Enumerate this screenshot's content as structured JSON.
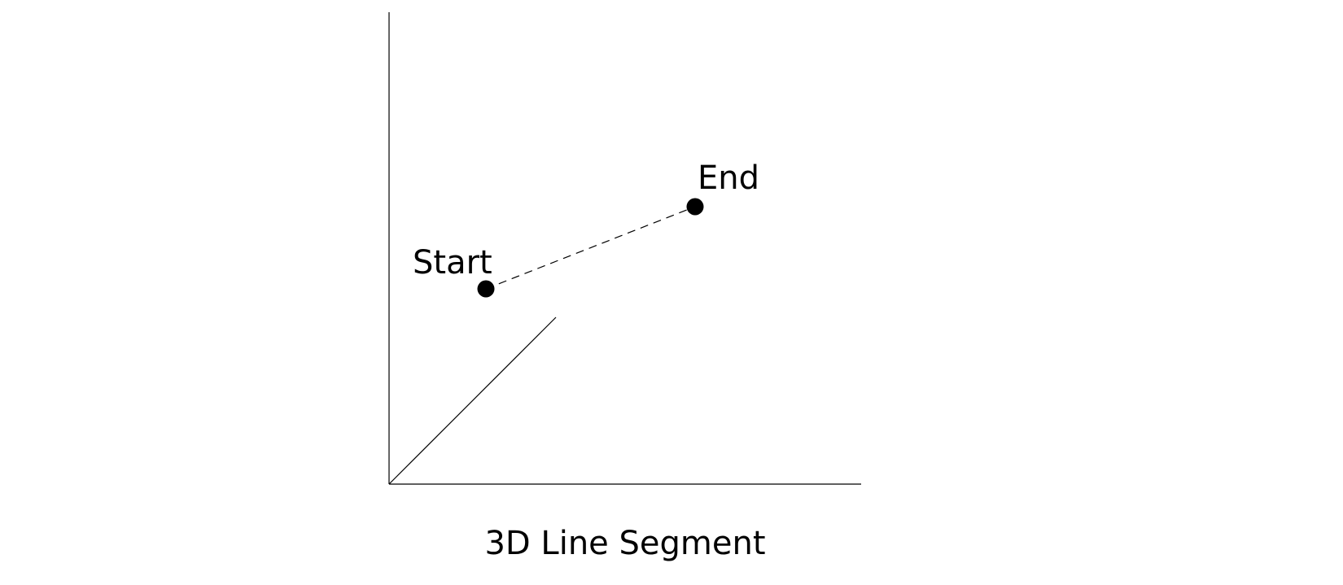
{
  "diagram": {
    "caption": "3D Line Segment",
    "start_label": "Start",
    "end_label": "End",
    "color": "#000000"
  }
}
